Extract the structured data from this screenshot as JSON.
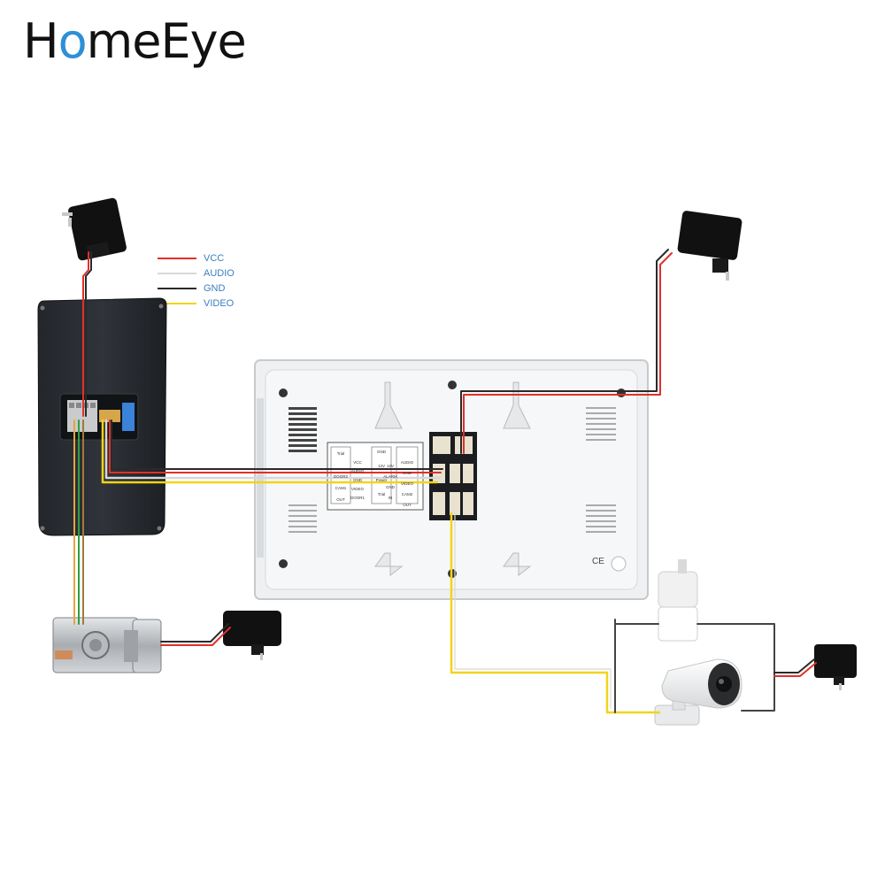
{
  "brand": {
    "name": "HomeEye",
    "accent": "#2f8fd6"
  },
  "legend": [
    {
      "label": "VCC",
      "color": "#e0302a"
    },
    {
      "label": "AUDIO",
      "color": "#d8d8d8"
    },
    {
      "label": "GND",
      "color": "#2a2a2a"
    },
    {
      "label": "VIDEO",
      "color": "#f2d41b"
    }
  ],
  "monitor_labels": {
    "col1": [
      "Trial",
      "",
      "DOOR2",
      "CAM1",
      "OUT"
    ],
    "col2": [
      "GND",
      "12V",
      "Power",
      "Trial"
    ],
    "col3": [
      "VCC",
      "AUDIO",
      "GND",
      "VIDEO",
      "DOOR1"
    ],
    "col4": [
      "12V",
      "ALARM",
      "GND",
      "IN"
    ],
    "col5": [
      "AUDIO",
      "GND",
      "VIDEO",
      "CAM2",
      "OUT"
    ]
  },
  "certification_mark": "CE"
}
